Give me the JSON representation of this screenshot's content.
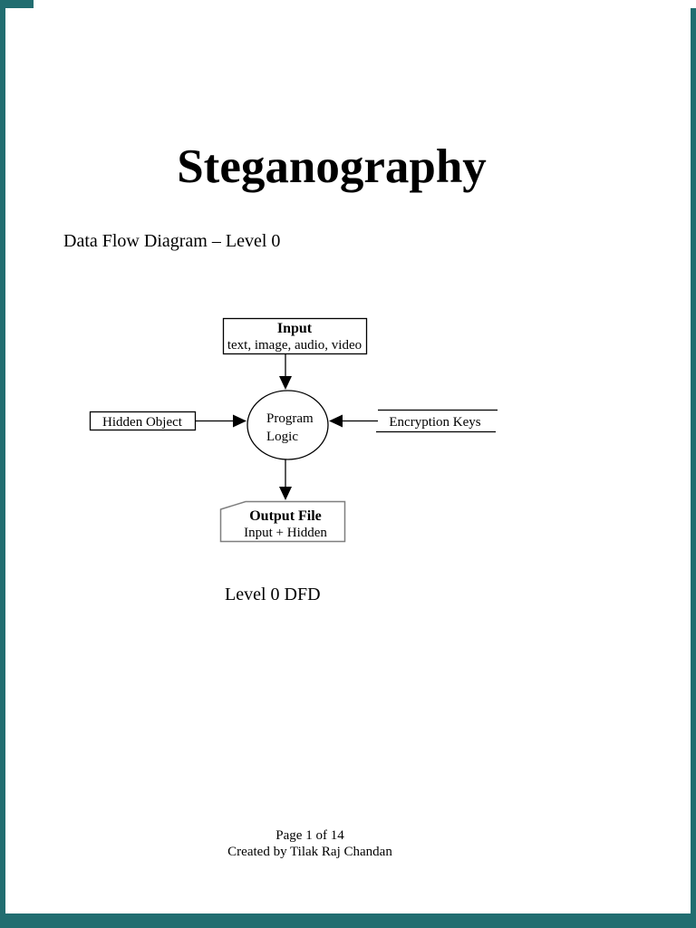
{
  "document": {
    "title": "Steganography",
    "subtitle": "Data Flow Diagram – Level 0",
    "caption": "Level 0 DFD",
    "footer": {
      "page_indicator": "Page 1 of 14",
      "credit": "Created by Tilak Raj Chandan"
    }
  },
  "diagram": {
    "input_box": {
      "title": "Input",
      "subtitle": "text, image, audio, video"
    },
    "hidden_object_box": {
      "label": "Hidden Object"
    },
    "process": {
      "line1": "Program",
      "line2": "Logic"
    },
    "encryption_keys": {
      "label": "Encryption Keys"
    },
    "output_box": {
      "title": "Output File",
      "subtitle": "Input + Hidden"
    }
  },
  "theme": {
    "viewer_background_color": "#216d70",
    "page_color": "#ffffff",
    "ink_color": "#000000",
    "output_box_border_color": "#7f7f7f"
  }
}
